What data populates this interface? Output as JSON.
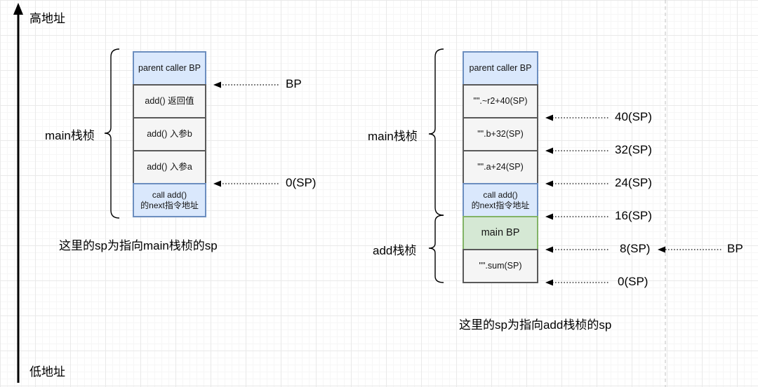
{
  "axis": {
    "top_label": "高地址",
    "bottom_label": "低地址"
  },
  "colors": {
    "cell_blue_fill": "#dae8fc",
    "cell_blue_border": "#6c8ebf",
    "cell_gray_fill": "#f5f5f5",
    "cell_gray_border": "#595959",
    "cell_green_fill": "#d5e8d4",
    "cell_green_border": "#82b366",
    "arrow_color": "#000000",
    "guide_line_color": "#cccccc"
  },
  "left": {
    "frame_label": "main栈桢",
    "cells": [
      {
        "text": "parent caller BP"
      },
      {
        "text": "add() 返回值"
      },
      {
        "text": "add() 入参b"
      },
      {
        "text": "add() 入参a"
      },
      {
        "line1": "call add()",
        "line2": "的next指令地址"
      }
    ],
    "bp_label": "BP",
    "sp_label": "0(SP)",
    "caption": "这里的sp为指向main栈桢的sp"
  },
  "right": {
    "main_frame_label": "main栈桢",
    "add_frame_label": "add栈桢",
    "cells": [
      {
        "text": "parent caller BP"
      },
      {
        "text": "\"\".~r2+40(SP)"
      },
      {
        "text": "\"\".b+32(SP)"
      },
      {
        "text": "\"\".a+24(SP)"
      },
      {
        "line1": "call add()",
        "line2": "的next指令地址"
      },
      {
        "text": "main BP"
      },
      {
        "text": "\"\".sum(SP)"
      }
    ],
    "sp_labels": [
      "40(SP)",
      "32(SP)",
      "24(SP)",
      "16(SP)",
      "8(SP)",
      "0(SP)"
    ],
    "bp_label": "BP",
    "caption": "这里的sp为指向add栈桢的sp"
  }
}
